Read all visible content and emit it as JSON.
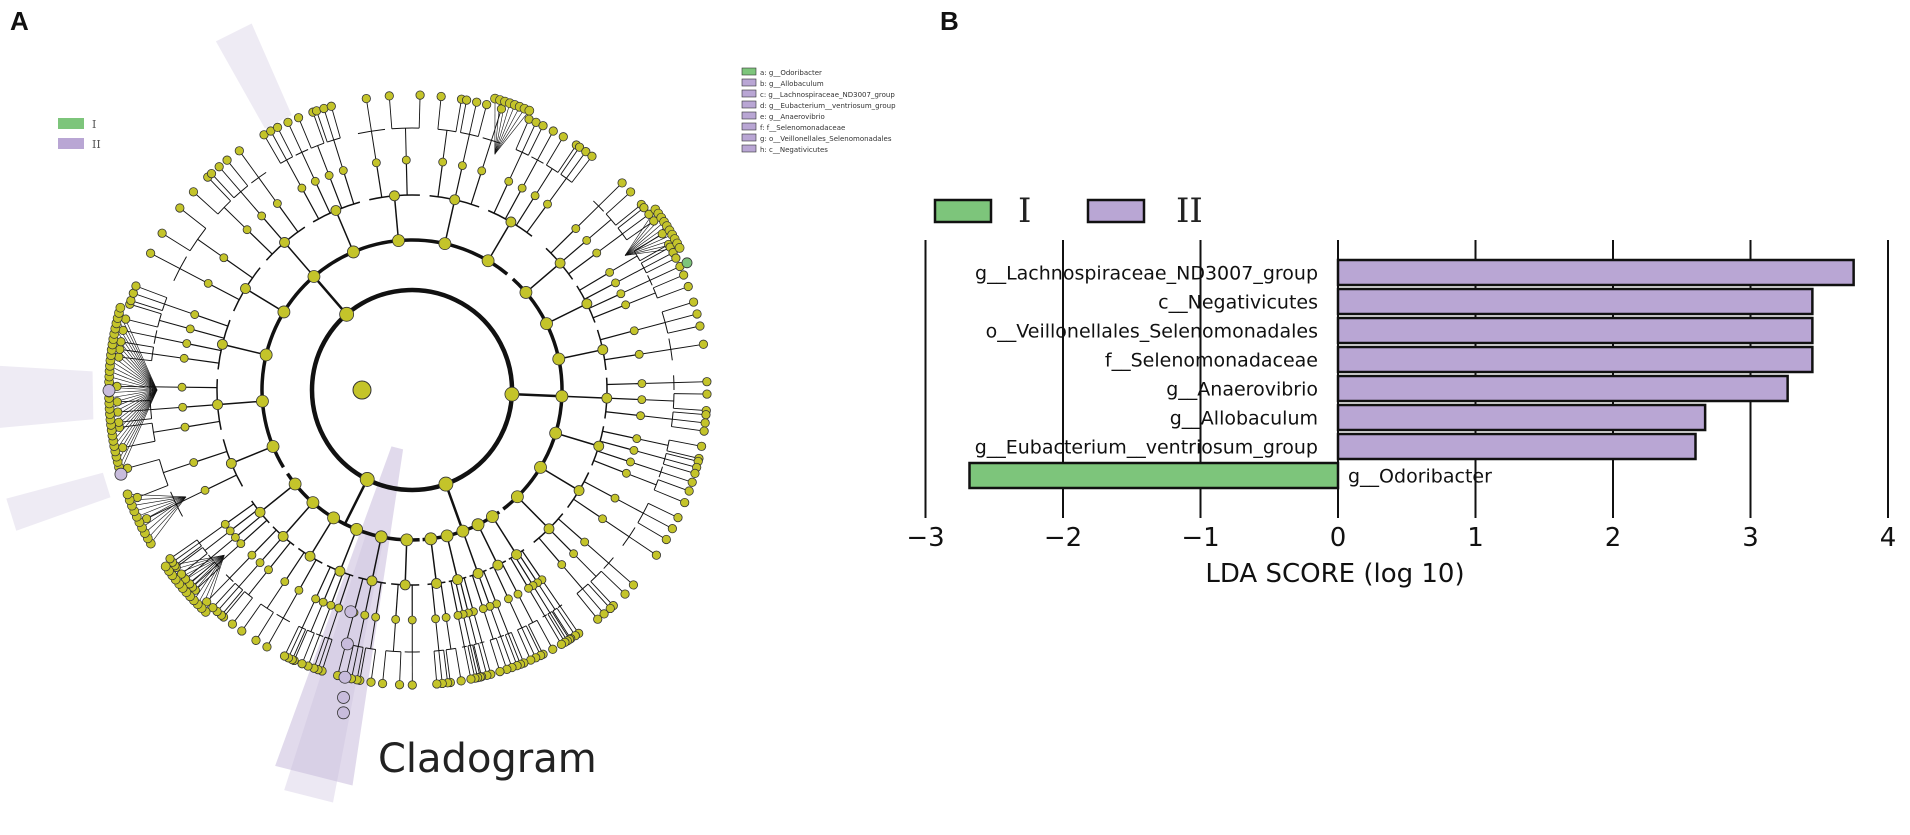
{
  "panels": {
    "a": "A",
    "b": "B"
  },
  "cladogram": {
    "title": "Cladogram",
    "legend_groups": [
      {
        "name": "I",
        "color": "#7dc57b"
      },
      {
        "name": "II",
        "color": "#b9a6d4"
      }
    ],
    "key": [
      {
        "letter": "a",
        "label": "g__Odoribacter",
        "color": "#7dc57b"
      },
      {
        "letter": "b",
        "label": "g__Allobaculum",
        "color": "#b9a6d4"
      },
      {
        "letter": "c",
        "label": "g__Lachnospiraceae_ND3007_group",
        "color": "#b9a6d4"
      },
      {
        "letter": "d",
        "label": "g__Eubacterium__ventriosum_group",
        "color": "#b9a6d4"
      },
      {
        "letter": "e",
        "label": "g__Anaerovibrio",
        "color": "#b9a6d4"
      },
      {
        "letter": "f",
        "label": "f__Selenomonadaceae",
        "color": "#b9a6d4"
      },
      {
        "letter": "g",
        "label": "o__Veillonellales_Selenomonadales",
        "color": "#b9a6d4"
      },
      {
        "letter": "h",
        "label": "c__Negativicutes",
        "color": "#b9a6d4"
      }
    ],
    "node_color": "#c4c42a",
    "highlight_color": "#c8bcdc"
  },
  "chart_data": {
    "type": "bar",
    "orientation": "horizontal",
    "title": "",
    "xlabel": "LDA SCORE (log 10)",
    "ylabel": "",
    "xlim": [
      -3,
      4
    ],
    "xticks": [
      -3,
      -2,
      -1,
      0,
      1,
      2,
      3,
      4
    ],
    "xtick_labels": [
      "−3",
      "−2",
      "−1",
      "0",
      "1",
      "2",
      "3",
      "4"
    ],
    "grid": true,
    "legend_position": "top-left",
    "series": [
      {
        "name": "I",
        "color": "#7dc57b"
      },
      {
        "name": "II",
        "color": "#b9a6d4"
      }
    ],
    "bars": [
      {
        "label": "g__Lachnospiraceae_ND3007_group",
        "value": 3.75,
        "group": "II"
      },
      {
        "label": "c__Negativicutes",
        "value": 3.45,
        "group": "II"
      },
      {
        "label": "o__Veillonellales_Selenomonadales",
        "value": 3.45,
        "group": "II"
      },
      {
        "label": "f__Selenomonadaceae",
        "value": 3.45,
        "group": "II"
      },
      {
        "label": "g__Anaerovibrio",
        "value": 3.27,
        "group": "II"
      },
      {
        "label": "g__Allobaculum",
        "value": 2.67,
        "group": "II"
      },
      {
        "label": "g__Eubacterium__ventriosum_group",
        "value": 2.6,
        "group": "II"
      },
      {
        "label": "g__Odoribacter",
        "value": -2.68,
        "group": "I"
      }
    ]
  }
}
